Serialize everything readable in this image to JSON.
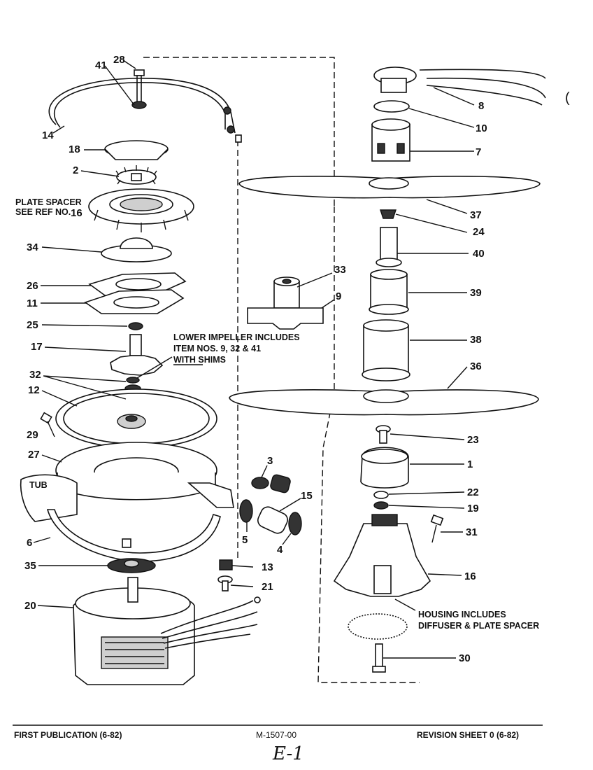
{
  "callouts": [
    {
      "id": "c28",
      "text": "28"
    },
    {
      "id": "c41",
      "text": "41"
    },
    {
      "id": "c14",
      "text": "14"
    },
    {
      "id": "c18",
      "text": "18"
    },
    {
      "id": "c2",
      "text": "2"
    },
    {
      "id": "c16a",
      "text": "16"
    },
    {
      "id": "c34",
      "text": "34"
    },
    {
      "id": "c26",
      "text": "26"
    },
    {
      "id": "c11",
      "text": "11"
    },
    {
      "id": "c25",
      "text": "25"
    },
    {
      "id": "c17",
      "text": "17"
    },
    {
      "id": "c32",
      "text": "32"
    },
    {
      "id": "c12",
      "text": "12"
    },
    {
      "id": "c29",
      "text": "29"
    },
    {
      "id": "c27",
      "text": "27"
    },
    {
      "id": "c6",
      "text": "6"
    },
    {
      "id": "c35",
      "text": "35"
    },
    {
      "id": "c20",
      "text": "20"
    },
    {
      "id": "c33",
      "text": "33"
    },
    {
      "id": "c9",
      "text": "9"
    },
    {
      "id": "c3",
      "text": "3"
    },
    {
      "id": "c15",
      "text": "15"
    },
    {
      "id": "c5",
      "text": "5"
    },
    {
      "id": "c4",
      "text": "4"
    },
    {
      "id": "c13",
      "text": "13"
    },
    {
      "id": "c21",
      "text": "21"
    },
    {
      "id": "c8",
      "text": "8"
    },
    {
      "id": "c10",
      "text": "10"
    },
    {
      "id": "c7",
      "text": "7"
    },
    {
      "id": "c37",
      "text": "37"
    },
    {
      "id": "c24",
      "text": "24"
    },
    {
      "id": "c40",
      "text": "40"
    },
    {
      "id": "c39",
      "text": "39"
    },
    {
      "id": "c38",
      "text": "38"
    },
    {
      "id": "c36",
      "text": "36"
    },
    {
      "id": "c23",
      "text": "23"
    },
    {
      "id": "c1",
      "text": "1"
    },
    {
      "id": "c22",
      "text": "22"
    },
    {
      "id": "c19",
      "text": "19"
    },
    {
      "id": "c31",
      "text": "31"
    },
    {
      "id": "c16b",
      "text": "16"
    },
    {
      "id": "c30",
      "text": "30"
    }
  ],
  "notes": {
    "plate_spacer_line1": "PLATE SPACER",
    "plate_spacer_line2": "SEE REF NO.",
    "impeller_line1": "LOWER IMPELLER INCLUDES",
    "impeller_line2": "ITEM NOS. 9, 32 & 41",
    "impeller_line3": "WITH SHIMS",
    "tub": "TUB",
    "housing_line1": "HOUSING INCLUDES",
    "housing_line2": "DIFFUSER & PLATE SPACER",
    "paren": "("
  },
  "footer": {
    "left": "FIRST PUBLICATION (6-82)",
    "center": "M-1507-00",
    "right": "REVISION SHEET 0 (6-82)",
    "handwritten": "E-1"
  }
}
